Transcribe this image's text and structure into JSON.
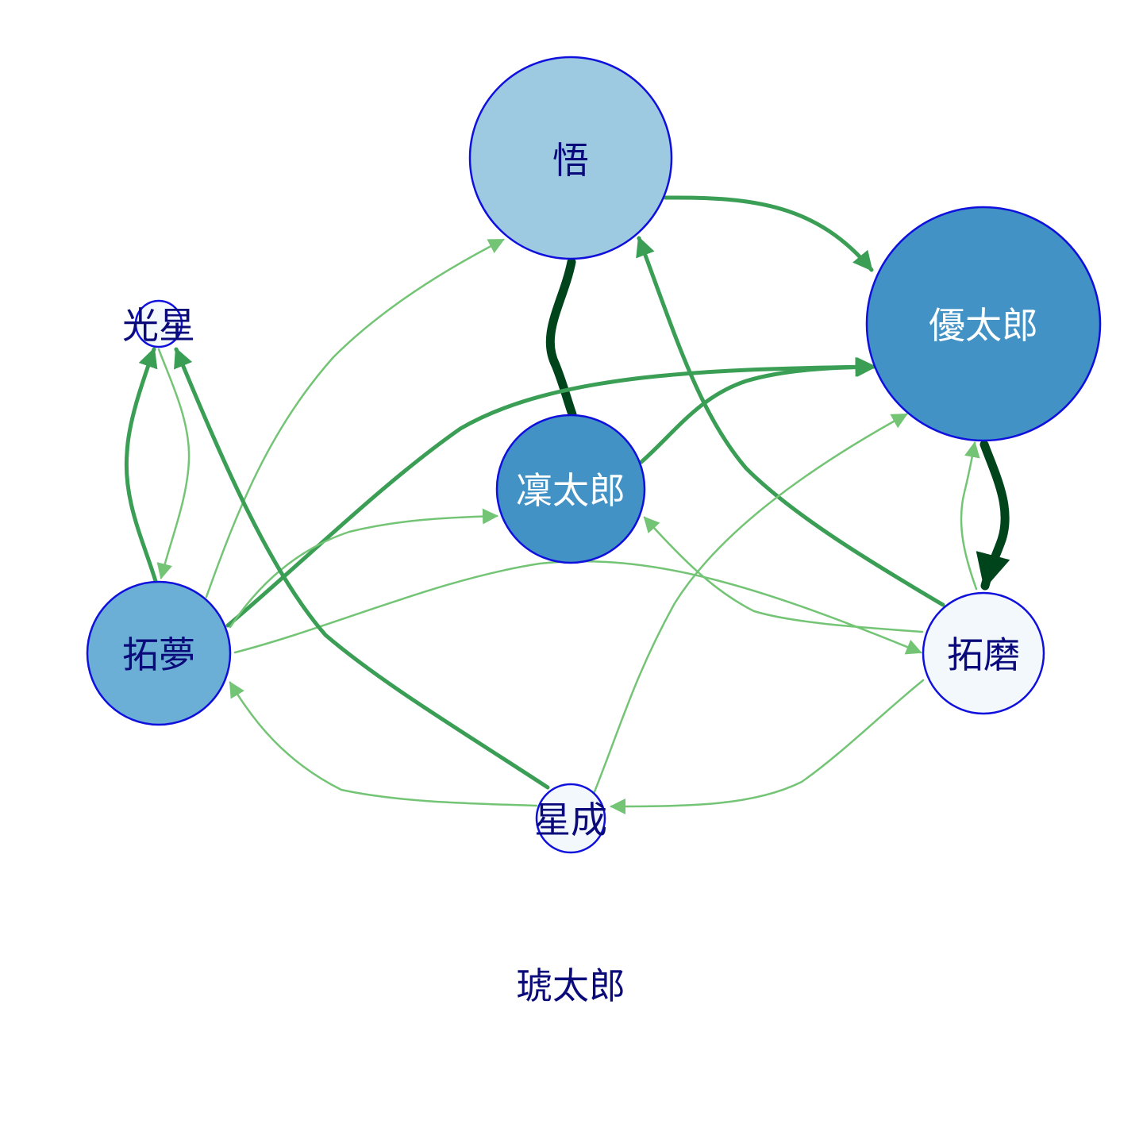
{
  "colors": {
    "node_stroke": "#1010dd",
    "label_dark": "#0a0a7a",
    "label_light": "#ffffff",
    "edge_dark": "#00441b",
    "edge_mid": "#3a9e55",
    "edge_light": "#74c476",
    "node_palette": [
      "#f3f8fd",
      "#9ecae1",
      "#6baed6",
      "#4292c6"
    ]
  },
  "nodes": [
    {
      "id": "satoru",
      "label": "悟",
      "fill": "#9ecae1",
      "label_color": "#0a0a7a"
    },
    {
      "id": "yutaro",
      "label": "優太郎",
      "fill": "#4292c6",
      "label_color": "#ffffff"
    },
    {
      "id": "kosei",
      "label": "光星",
      "fill": "#f3f8fd",
      "label_color": "#0a0a7a"
    },
    {
      "id": "rintaro",
      "label": "凜太郎",
      "fill": "#4292c6",
      "label_color": "#ffffff"
    },
    {
      "id": "takumu",
      "label": "拓夢",
      "fill": "#6baed6",
      "label_color": "#0a0a7a"
    },
    {
      "id": "takuma",
      "label": "拓磨",
      "fill": "#f3f8fd",
      "label_color": "#0a0a7a"
    },
    {
      "id": "seisei",
      "label": "星成",
      "fill": "#f3f8fd",
      "label_color": "#0a0a7a"
    },
    {
      "id": "kotaro",
      "label": "琥太郎",
      "fill": "none",
      "label_color": "#0a0a7a"
    }
  ],
  "edges": [
    {
      "from": "satoru",
      "to": "yutaro",
      "weight": "mid",
      "directed": true
    },
    {
      "from": "satoru",
      "to": "rintaro",
      "weight": "dark",
      "directed": false
    },
    {
      "from": "yutaro",
      "to": "takuma",
      "weight": "dark",
      "directed": true
    },
    {
      "from": "takuma",
      "to": "yutaro",
      "weight": "light",
      "directed": true
    },
    {
      "from": "takuma",
      "to": "satoru",
      "weight": "mid",
      "directed": true
    },
    {
      "from": "rintaro",
      "to": "yutaro",
      "weight": "mid",
      "directed": true
    },
    {
      "from": "takumu",
      "to": "yutaro",
      "weight": "mid",
      "directed": true
    },
    {
      "from": "takumu",
      "to": "kosei",
      "weight": "mid",
      "directed": true
    },
    {
      "from": "kosei",
      "to": "takumu",
      "weight": "light",
      "directed": true
    },
    {
      "from": "takumu",
      "to": "satoru",
      "weight": "light",
      "directed": true
    },
    {
      "from": "takumu",
      "to": "rintaro",
      "weight": "light",
      "directed": true
    },
    {
      "from": "takumu",
      "to": "takuma",
      "weight": "light",
      "directed": true
    },
    {
      "from": "takuma",
      "to": "rintaro",
      "weight": "light",
      "directed": true
    },
    {
      "from": "takuma",
      "to": "seisei",
      "weight": "light",
      "directed": true
    },
    {
      "from": "seisei",
      "to": "takumu",
      "weight": "light",
      "directed": true
    },
    {
      "from": "seisei",
      "to": "kosei",
      "weight": "mid",
      "directed": true
    },
    {
      "from": "seisei",
      "to": "yutaro",
      "weight": "light",
      "directed": true
    }
  ]
}
